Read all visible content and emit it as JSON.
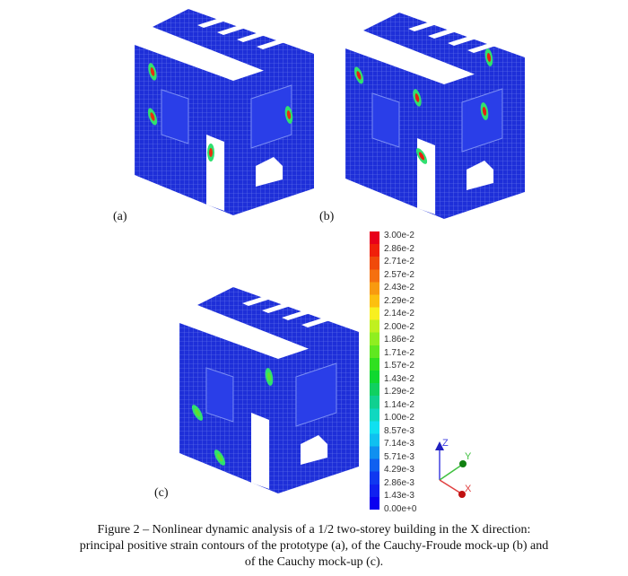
{
  "figure": {
    "panels": [
      {
        "label": "(a)",
        "hotspot_color": "#e83010"
      },
      {
        "label": "(b)",
        "hotspot_color": "#e82010"
      },
      {
        "label": "(c)",
        "hotspot_color": "#60e030"
      }
    ],
    "colorbar": {
      "ticks": [
        "3.00e-2",
        "2.86e-2",
        "2.71e-2",
        "2.57e-2",
        "2.43e-2",
        "2.29e-2",
        "2.14e-2",
        "2.00e-2",
        "1.86e-2",
        "1.71e-2",
        "1.57e-2",
        "1.43e-2",
        "1.29e-2",
        "1.14e-2",
        "1.00e-2",
        "8.57e-3",
        "7.14e-3",
        "5.71e-3",
        "4.29e-3",
        "2.86e-3",
        "1.43e-3",
        "0.00e+0"
      ],
      "colors": [
        "#e8001a",
        "#f0200a",
        "#f04a0a",
        "#f57010",
        "#f89a10",
        "#fcc010",
        "#f8f020",
        "#c0f020",
        "#90ee20",
        "#60e820",
        "#30e020",
        "#10d830",
        "#10d060",
        "#10d090",
        "#10d8c0",
        "#10e0f0",
        "#10c0f0",
        "#1090f0",
        "#1060f0",
        "#1038f0",
        "#1020f0",
        "#0a00f0"
      ]
    },
    "axes_triad": {
      "z": "Z",
      "y": "Y",
      "x": "X",
      "z_color": "#2020e0",
      "y_color": "#20c020",
      "x_color": "#e02020"
    },
    "caption": {
      "line1": "Figure 2  – Nonlinear dynamic analysis of a 1/2 two-storey building in the X direction:",
      "line2": "principal positive strain contours of the prototype (a), of the Cauchy-Froude mock-up (b) and",
      "line3": "of the Cauchy mock-up (c)."
    }
  }
}
